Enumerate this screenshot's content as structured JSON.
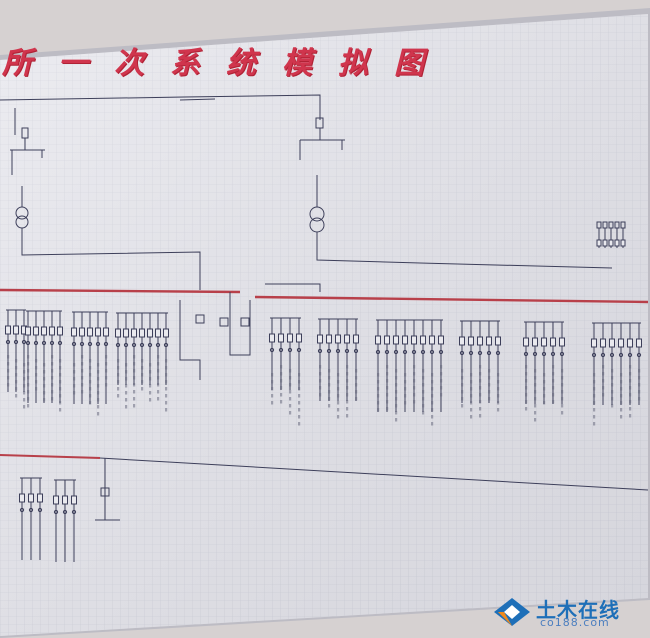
{
  "board": {
    "title_chars": [
      "所",
      "一",
      "次",
      "系",
      "统",
      "模",
      "拟",
      "图"
    ]
  },
  "watermark": {
    "brand": "土木在线",
    "domain": "co188.com"
  },
  "colors": {
    "wall": "#d7d3d3",
    "board": "#e8e8ee",
    "title": "#d0354d",
    "bus_red": "#b8404a",
    "lines": "#3d3f5a",
    "logo_blue": "#1e6fb8",
    "logo_orange": "#f08a1c"
  },
  "icons": [
    "transformer-icon",
    "breaker-icon",
    "switch-icon",
    "watermark-logo-icon"
  ]
}
